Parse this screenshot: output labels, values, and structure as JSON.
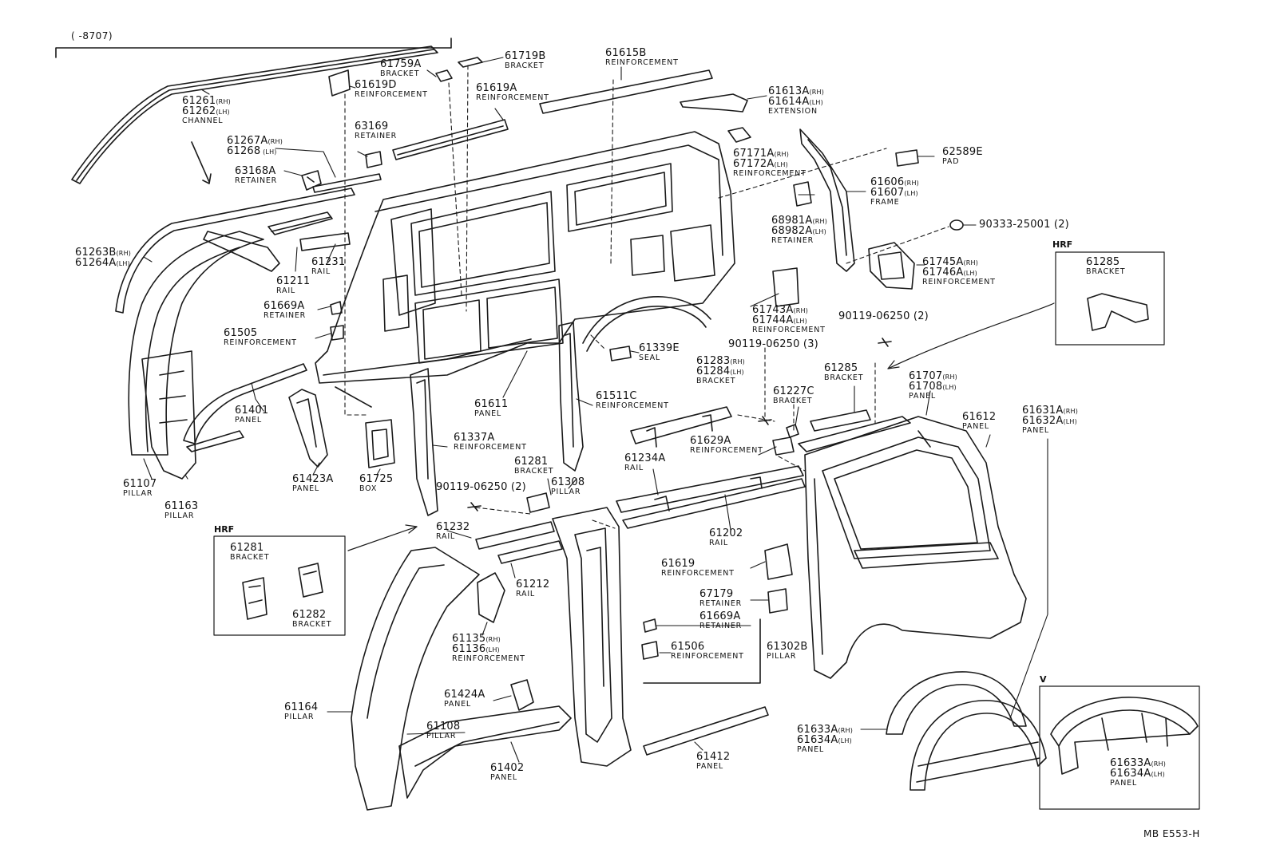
{
  "header": {
    "range": "(      -8707)"
  },
  "footer": {
    "code": "MB E553-H"
  },
  "insets": {
    "hrf_left": "HRF",
    "hrf_right": "HRF",
    "v": "V"
  },
  "labels": {
    "l61261": {
      "lines": [
        [
          "61261",
          "(RH)"
        ],
        [
          "61262",
          "(LH)"
        ]
      ],
      "name": "CHANNEL"
    },
    "l61759A": {
      "lines": [
        [
          "61759A",
          ""
        ]
      ],
      "name": "BRACKET"
    },
    "l61719B": {
      "lines": [
        [
          "61719B",
          ""
        ]
      ],
      "name": "BRACKET"
    },
    "l61615B": {
      "lines": [
        [
          "61615B",
          ""
        ]
      ],
      "name": "REINFORCEMENT"
    },
    "l61619D": {
      "lines": [
        [
          "61619D",
          ""
        ]
      ],
      "name": "REINFORCEMENT"
    },
    "l61619A": {
      "lines": [
        [
          "61619A",
          ""
        ]
      ],
      "name": "REINFORCEMENT"
    },
    "l61613A": {
      "lines": [
        [
          "61613A",
          "(RH)"
        ],
        [
          "61614A",
          "(LH)"
        ]
      ],
      "name": "EXTENSION"
    },
    "l63169": {
      "lines": [
        [
          "63169",
          ""
        ]
      ],
      "name": "RETAINER"
    },
    "l61267A": {
      "lines": [
        [
          "61267A",
          "(RH)"
        ],
        [
          "61268",
          "  (LH)"
        ]
      ],
      "name": ""
    },
    "l63168A": {
      "lines": [
        [
          "63168A",
          ""
        ]
      ],
      "name": "RETAINER"
    },
    "l67171A": {
      "lines": [
        [
          "67171A",
          "(RH)"
        ],
        [
          "67172A",
          "(LH)"
        ]
      ],
      "name": "REINFORCEMENT"
    },
    "l62589E": {
      "lines": [
        [
          "62589E",
          ""
        ]
      ],
      "name": "PAD"
    },
    "l61606": {
      "lines": [
        [
          "61606",
          "(RH)"
        ],
        [
          "61607",
          "(LH)"
        ]
      ],
      "name": "FRAME"
    },
    "l68981A": {
      "lines": [
        [
          "68981A",
          "(RH)"
        ],
        [
          "68982A",
          "(LH)"
        ]
      ],
      "name": "RETAINER"
    },
    "l90333": {
      "lines": [
        [
          "90333-25001 (2)",
          ""
        ]
      ],
      "name": ""
    },
    "l61263B": {
      "lines": [
        [
          "61263B",
          "(RH)"
        ],
        [
          "61264A",
          "(LH)"
        ]
      ],
      "name": ""
    },
    "l61231": {
      "lines": [
        [
          "61231",
          ""
        ]
      ],
      "name": "RAIL"
    },
    "l61211": {
      "lines": [
        [
          "61211",
          ""
        ]
      ],
      "name": "RAIL"
    },
    "l61745A": {
      "lines": [
        [
          "61745A",
          "(RH)"
        ],
        [
          "61746A",
          "(LH)"
        ]
      ],
      "name": "REINFORCEMENT"
    },
    "l61285r": {
      "lines": [
        [
          "61285",
          ""
        ]
      ],
      "name": "BRACKET"
    },
    "l61669A1": {
      "lines": [
        [
          "61669A",
          ""
        ]
      ],
      "name": "RETAINER"
    },
    "l61505": {
      "lines": [
        [
          "61505",
          ""
        ]
      ],
      "name": "REINFORCEMENT"
    },
    "l61743A": {
      "lines": [
        [
          "61743A",
          "(RH)"
        ],
        [
          "61744A",
          "(LH)"
        ]
      ],
      "name": "REINFORCEMENT"
    },
    "l90119a": {
      "lines": [
        [
          "90119-06250 (2)",
          ""
        ]
      ],
      "name": ""
    },
    "l61339E": {
      "lines": [
        [
          "61339E",
          ""
        ]
      ],
      "name": "SEAL"
    },
    "l90119b": {
      "lines": [
        [
          "90119-06250 (3)",
          ""
        ]
      ],
      "name": ""
    },
    "l61283": {
      "lines": [
        [
          "61283",
          "(RH)"
        ],
        [
          "61284",
          "(LH)"
        ]
      ],
      "name": "BRACKET"
    },
    "l61285c": {
      "lines": [
        [
          "61285",
          ""
        ]
      ],
      "name": "BRACKET"
    },
    "l61707": {
      "lines": [
        [
          "61707",
          "(RH)"
        ],
        [
          "61708",
          "(LH)"
        ]
      ],
      "name": "PANEL"
    },
    "l61612": {
      "lines": [
        [
          "61612",
          ""
        ]
      ],
      "name": "PANEL"
    },
    "l61631A": {
      "lines": [
        [
          "61631A",
          "(RH)"
        ],
        [
          "61632A",
          "(LH)"
        ]
      ],
      "name": "PANEL"
    },
    "l61401": {
      "lines": [
        [
          "61401",
          ""
        ]
      ],
      "name": "PANEL"
    },
    "l61611": {
      "lines": [
        [
          "61611",
          ""
        ]
      ],
      "name": "PANEL"
    },
    "l61511C": {
      "lines": [
        [
          "61511C",
          ""
        ]
      ],
      "name": "REINFORCEMENT"
    },
    "l61227C": {
      "lines": [
        [
          "61227C",
          ""
        ]
      ],
      "name": "BRACKET"
    },
    "l61629A": {
      "lines": [
        [
          "61629A",
          ""
        ]
      ],
      "name": "REINFORCEMENT"
    },
    "l61337A": {
      "lines": [
        [
          "61337A",
          ""
        ]
      ],
      "name": "REINFORCEMENT"
    },
    "l61107": {
      "lines": [
        [
          "61107",
          ""
        ]
      ],
      "name": "PILLAR"
    },
    "l61423A": {
      "lines": [
        [
          "61423A",
          ""
        ]
      ],
      "name": "PANEL"
    },
    "l61725": {
      "lines": [
        [
          "61725",
          ""
        ]
      ],
      "name": "BOX"
    },
    "l61163": {
      "lines": [
        [
          "61163",
          ""
        ]
      ],
      "name": "PILLAR"
    },
    "l61281a": {
      "lines": [
        [
          "61281",
          ""
        ]
      ],
      "name": "BRACKET"
    },
    "l61308": {
      "lines": [
        [
          "61308",
          ""
        ]
      ],
      "name": "PILLAR"
    },
    "l61234A": {
      "lines": [
        [
          "61234A",
          ""
        ]
      ],
      "name": "RAIL"
    },
    "l90119c": {
      "lines": [
        [
          "90119-06250 (2)",
          ""
        ]
      ],
      "name": ""
    },
    "l61232": {
      "lines": [
        [
          "61232",
          ""
        ]
      ],
      "name": "RAIL"
    },
    "l61202": {
      "lines": [
        [
          "61202",
          ""
        ]
      ],
      "name": "RAIL"
    },
    "l61281h": {
      "lines": [
        [
          "61281",
          ""
        ]
      ],
      "name": "BRACKET"
    },
    "l61282h": {
      "lines": [
        [
          "61282",
          ""
        ]
      ],
      "name": "BRACKET"
    },
    "l61212": {
      "lines": [
        [
          "61212",
          ""
        ]
      ],
      "name": "RAIL"
    },
    "l61619": {
      "lines": [
        [
          "61619",
          ""
        ]
      ],
      "name": "REINFORCEMENT"
    },
    "l67179": {
      "lines": [
        [
          "67179",
          ""
        ]
      ],
      "name": "RETAINER"
    },
    "l61669A2": {
      "lines": [
        [
          "61669A",
          ""
        ]
      ],
      "name": "RETAINER"
    },
    "l61135": {
      "lines": [
        [
          "61135",
          "(RH)"
        ],
        [
          "61136",
          "(LH)"
        ]
      ],
      "name": "REINFORCEMENT"
    },
    "l61506": {
      "lines": [
        [
          "61506",
          ""
        ]
      ],
      "name": "REINFORCEMENT"
    },
    "l61302B": {
      "lines": [
        [
          "61302B",
          ""
        ]
      ],
      "name": "PILLAR"
    },
    "l61424A": {
      "lines": [
        [
          "61424A",
          ""
        ]
      ],
      "name": "PANEL"
    },
    "l61164": {
      "lines": [
        [
          "61164",
          ""
        ]
      ],
      "name": "PILLAR"
    },
    "l61108": {
      "lines": [
        [
          "61108",
          ""
        ]
      ],
      "name": "PILLAR"
    },
    "l61402": {
      "lines": [
        [
          "61402",
          ""
        ]
      ],
      "name": "PANEL"
    },
    "l61412": {
      "lines": [
        [
          "61412",
          ""
        ]
      ],
      "name": "PANEL"
    },
    "l61633A": {
      "lines": [
        [
          "61633A",
          "(RH)"
        ],
        [
          "61634A",
          "(LH)"
        ]
      ],
      "name": "PANEL"
    },
    "l61633Av": {
      "lines": [
        [
          "61633A",
          "(RH)"
        ],
        [
          "61634A",
          "(LH)"
        ]
      ],
      "name": "PANEL"
    }
  }
}
